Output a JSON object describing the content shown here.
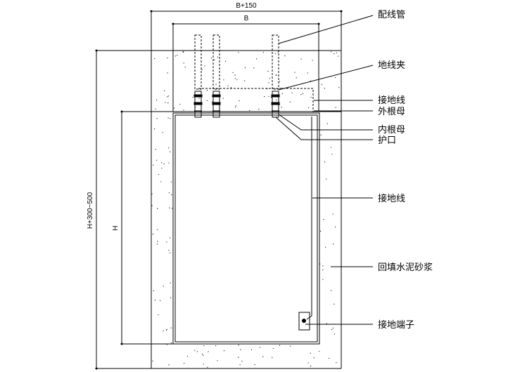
{
  "dimensions": {
    "outer_width": "B+150",
    "inner_width": "B",
    "total_height": "H+300~500",
    "box_height": "H"
  },
  "labels": [
    "配线管",
    "地线夹",
    "接地线",
    "外根母",
    "内根母",
    "护口",
    "接地线",
    "回填水泥砂浆",
    "接地端子"
  ]
}
